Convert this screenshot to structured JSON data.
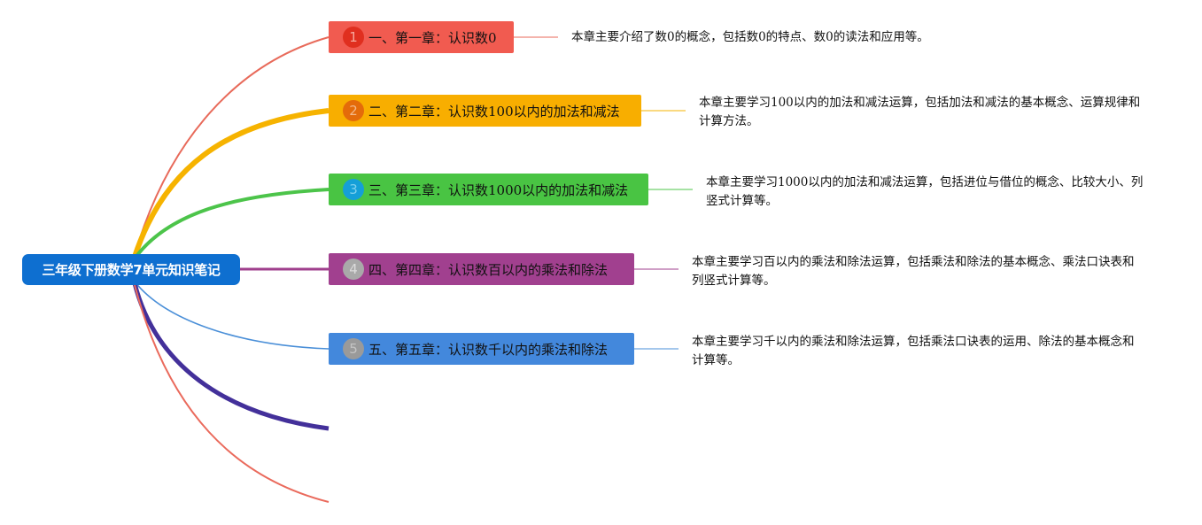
{
  "root": {
    "title": "三年级下册数学7单元知识笔记",
    "color": "#0e6fd0"
  },
  "chapters": [
    {
      "number": "1",
      "title": "一、第一章：认识数0",
      "box_color": "#f15b50",
      "badge_color": "#e02f1f",
      "badge_text_color": "#f6a89c",
      "line_color": "#e86a5a",
      "note": "本章主要介绍了数0的概念，包括数0的特点、数0的读法和应用等。"
    },
    {
      "number": "2",
      "title": "二、第二章：认识数100以内的加法和减法",
      "box_color": "#f8ae00",
      "badge_color": "#e46b0a",
      "badge_text_color": "#f3b88a",
      "line_color": "#f6b300",
      "note": "本章主要学习100以内的加法和减法运算，包括加法和减法的基本概念、运算规律和计算方法。"
    },
    {
      "number": "3",
      "title": "三、第三章：认识数1000以内的加法和减法",
      "box_color": "#49c443",
      "badge_color": "#159fd8",
      "badge_text_color": "#7fd0ee",
      "line_color": "#4cc44a",
      "note": "本章主要学习1000以内的加法和减法运算，包括进位与借位的概念、比较大小、列竖式计算等。"
    },
    {
      "number": "4",
      "title": "四、第四章：认识数百以内的乘法和除法",
      "box_color": "#a1408f",
      "badge_color": "#a9a9a9",
      "badge_text_color": "#dcdcdc",
      "line_color": "#9f3f8c",
      "note": "本章主要学习百以内的乘法和除法运算，包括乘法和除法的基本概念、乘法口诀表和列竖式计算等。"
    },
    {
      "number": "5",
      "title": "五、第五章：认识数千以内的乘法和除法",
      "box_color": "#4388dc",
      "badge_color": "#9a9a9a",
      "badge_text_color": "#c4c4c4",
      "line_color": "#4a8fd8",
      "note": "本章主要学习千以内的乘法和除法运算，包括乘法口诀表的运用、除法的基本概念和计算等。"
    }
  ],
  "extra_branch_colors": [
    "#43309a",
    "#ea6a5c"
  ]
}
